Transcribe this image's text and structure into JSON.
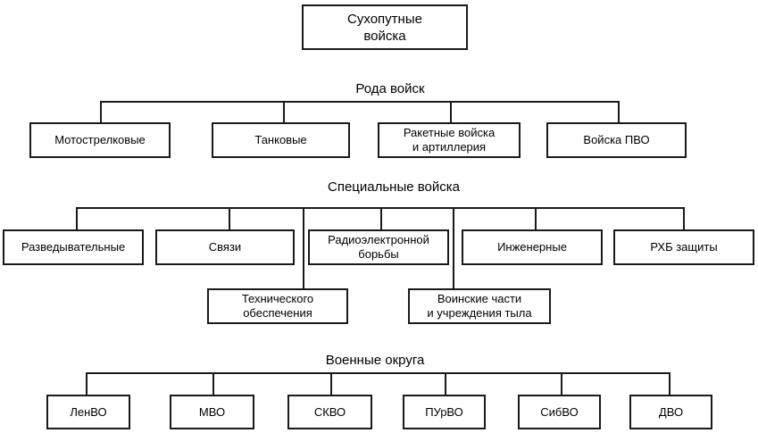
{
  "colors": {
    "background": "#ffffff",
    "line": "#1a1a1a",
    "text": "#000000"
  },
  "org": {
    "root": "Сухопутные\nвойска",
    "sections": [
      {
        "title": "Рода войск",
        "nodes": [
          "Мотострелковые",
          "Танковые",
          "Ракетные войска\nи артиллерия",
          "Войска ПВО"
        ]
      },
      {
        "title": "Специальные войска",
        "nodes": [
          "Разведывательные",
          "Связи",
          "Радиоэлектронной\nборьбы",
          "Инженерные",
          "РХБ защиты"
        ],
        "nodes_row2": [
          "Технического\nобеспечения",
          "Воинские части\nи учреждения тыла"
        ]
      },
      {
        "title": "Военные округа",
        "nodes": [
          "ЛенВО",
          "МВО",
          "СКВО",
          "ПУрВО",
          "СибВО",
          "ДВО"
        ]
      }
    ]
  }
}
